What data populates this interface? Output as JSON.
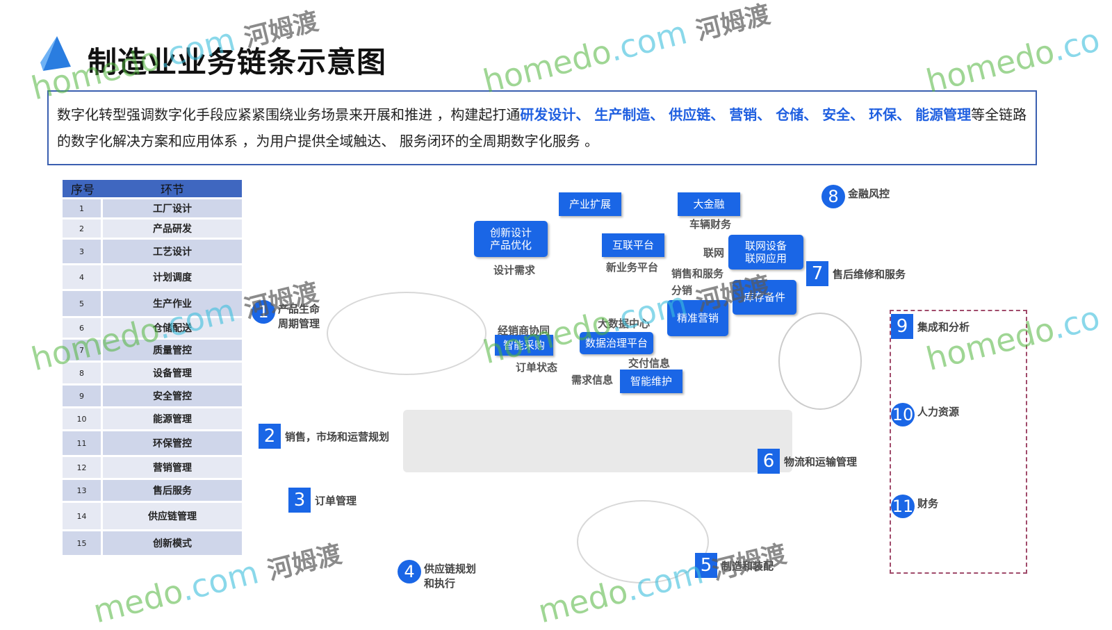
{
  "title": "制造业业务链条示意图",
  "description": {
    "p1": "数字化转型强调数字化手段应紧紧围绕业务场景来开展和推进 ，构建起打通",
    "highlight": "研发设计、 生产制造、 供应链、 营销、 仓储、 安全、 环保、 能源管理",
    "p2": "等全链路的数字化解决方案和应用体系 ，为用户提供全域触达、 服务闭环的全周期数字化服务 。"
  },
  "table": {
    "headers": [
      "序号",
      "环节"
    ],
    "rows": [
      [
        "1",
        "工厂设计"
      ],
      [
        "2",
        "产品研发"
      ],
      [
        "3",
        "工艺设计"
      ],
      [
        "4",
        "计划调度"
      ],
      [
        "5",
        "生产作业"
      ],
      [
        "6",
        "仓储配送"
      ],
      [
        "7",
        "质量管控"
      ],
      [
        "8",
        "设备管理"
      ],
      [
        "9",
        "安全管控"
      ],
      [
        "10",
        "能源管理"
      ],
      [
        "11",
        "环保管控"
      ],
      [
        "12",
        "营销管理"
      ],
      [
        "13",
        "售后服务"
      ],
      [
        "14",
        "供应链管理"
      ],
      [
        "15",
        "创新模式"
      ]
    ]
  },
  "boxes": {
    "b1": "产业扩展",
    "b2": "大金融",
    "b3": "创新设计\n产品优化",
    "b4": "互联平台",
    "b5": "联网设备\n联网应用",
    "b6": "库存备件",
    "b7": "精准营销",
    "b8": "智能采购",
    "b9": "数据治理平台",
    "b10": "智能维护"
  },
  "labels": {
    "l1": "车辆财务",
    "l2": "设计需求",
    "l3": "新业务平台",
    "l4": "联网",
    "l5": "销售和服务",
    "l6": "分销",
    "l7": "大数据中心",
    "l8": "经销商协同",
    "l9": "订单状态",
    "l10": "交付信息",
    "l11": "需求信息"
  },
  "stages": [
    {
      "n": "1",
      "t": "产品生命\n周期管理"
    },
    {
      "n": "2",
      "t": "销售，市场和运营规划"
    },
    {
      "n": "3",
      "t": "订单管理"
    },
    {
      "n": "4",
      "t": "供应链规划\n和执行"
    },
    {
      "n": "5",
      "t": "制造和装配"
    },
    {
      "n": "6",
      "t": "物流和运输管理"
    },
    {
      "n": "7",
      "t": "售后维修和服务"
    },
    {
      "n": "8",
      "t": "金融风控"
    },
    {
      "n": "9",
      "t": "集成和分析"
    },
    {
      "n": "10",
      "t": "人力资源"
    },
    {
      "n": "11",
      "t": "财务"
    }
  ],
  "watermark": "homedo.com 河姆渡"
}
